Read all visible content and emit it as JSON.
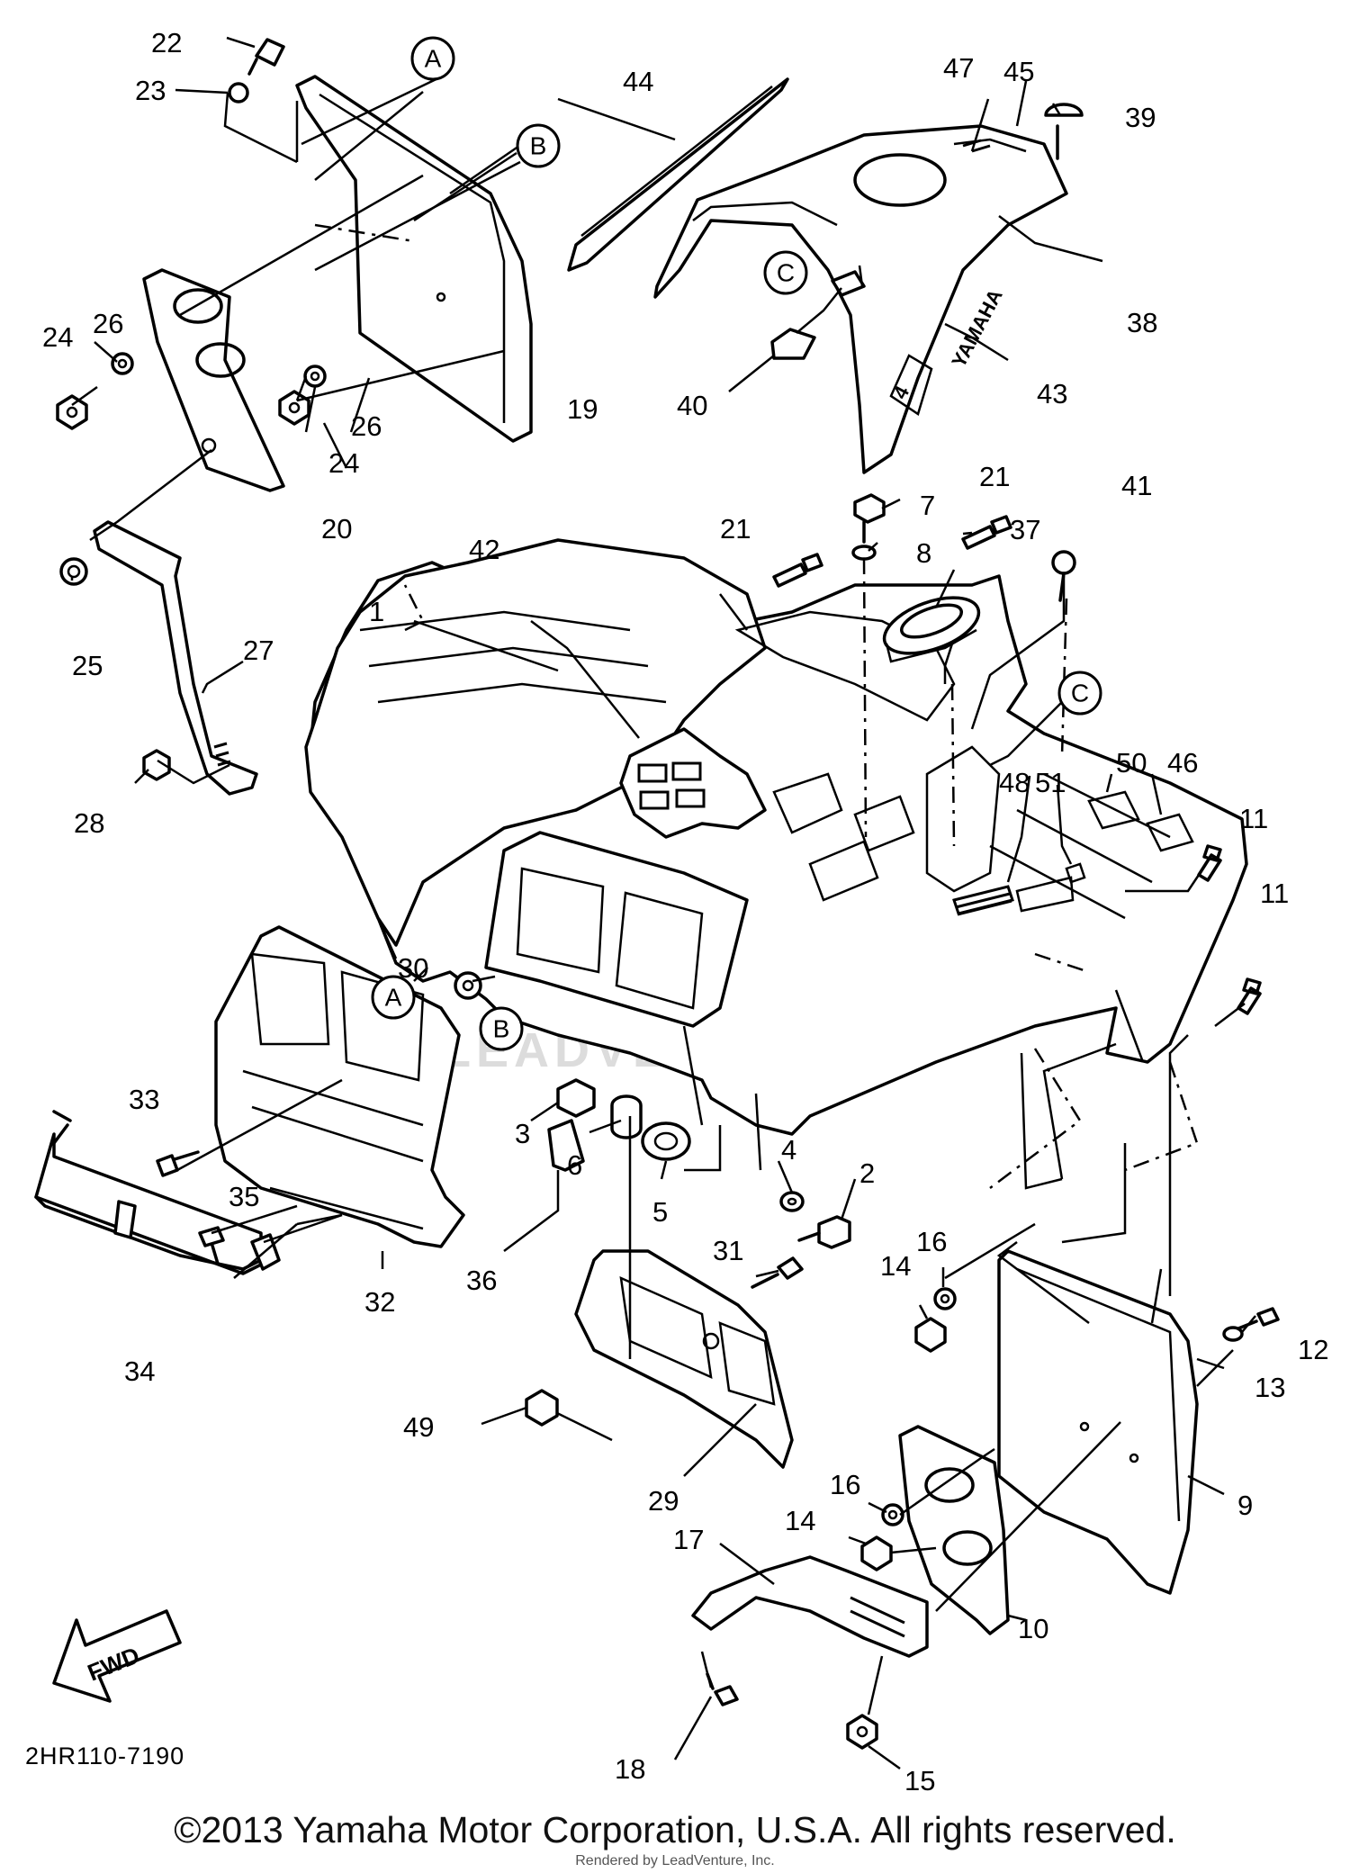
{
  "drawing_code": "2HR110-7190",
  "copyright": "©2013 Yamaha Motor Corporation, U.S.A. All rights reserved.",
  "rendered_by": "Rendered by LeadVenture, Inc.",
  "watermark": "LEADVENTURE",
  "fwd_label": "FWD",
  "fender_logo": "YAMAHA",
  "reference_bubbles": {
    "A": "A",
    "B": "B",
    "C": "C"
  },
  "callouts": {
    "p1": "1",
    "p2": "2",
    "p3": "3",
    "p4": "4",
    "p5": "5",
    "p6": "6",
    "p7": "7",
    "p8": "8",
    "p9": "9",
    "p10": "10",
    "p11a": "11",
    "p11b": "11",
    "p12": "12",
    "p13": "13",
    "p14a": "14",
    "p14b": "14",
    "p15": "15",
    "p16a": "16",
    "p16b": "16",
    "p17": "17",
    "p18": "18",
    "p19": "19",
    "p20": "20",
    "p21a": "21",
    "p21b": "21",
    "p22": "22",
    "p23": "23",
    "p24a": "24",
    "p24b": "24",
    "p25": "25",
    "p26a": "26",
    "p26b": "26",
    "p27": "27",
    "p28": "28",
    "p29": "29",
    "p30": "30",
    "p31": "31",
    "p32": "32",
    "p33": "33",
    "p34": "34",
    "p35": "35",
    "p36": "36",
    "p37": "37",
    "p38": "38",
    "p39": "39",
    "p40": "40",
    "p41": "41",
    "p42": "42",
    "p43": "43",
    "p44": "44",
    "p45": "45",
    "p46": "46",
    "p47": "47",
    "p48": "48",
    "p49": "49",
    "p50": "50",
    "p51": "51"
  }
}
